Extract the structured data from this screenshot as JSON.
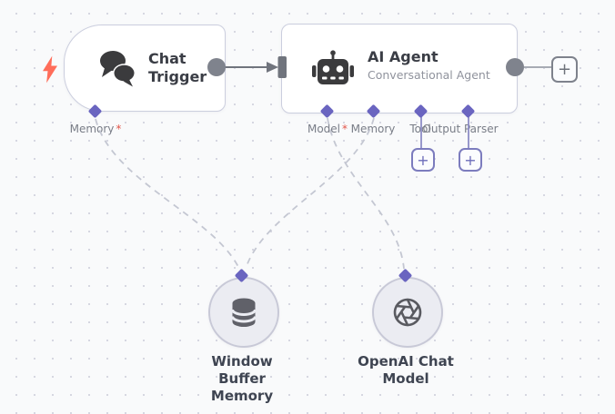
{
  "canvas": {
    "background": "#f9fafb",
    "dot_color": "#d6d7e1"
  },
  "colors": {
    "accent_purple": "#6a65c0",
    "trigger_red": "#ff6d5a",
    "required_red": "#e25549",
    "connector_gray": "#7f838d",
    "dashed_line": "#c4c7d2",
    "node_border": "#cbcede",
    "title_text": "#3a3d45",
    "subtitle_text": "#90939d",
    "port_label_text": "#797d87"
  },
  "nodes": {
    "chat_trigger": {
      "title": "Chat Trigger",
      "icon": "chat-bubbles-icon",
      "ports": {
        "memory": {
          "label": "Memory",
          "marker": "*"
        }
      }
    },
    "ai_agent": {
      "title": "AI Agent",
      "subtitle": "Conversational Agent",
      "icon": "robot-icon",
      "ports": [
        {
          "label": "Model",
          "marker": "*"
        },
        {
          "label": "Memory",
          "marker": ""
        },
        {
          "label": "Tool",
          "marker": ""
        },
        {
          "label": "Output Parser",
          "marker": ""
        }
      ]
    },
    "window_buffer_memory": {
      "title": "Window Buffer Memory",
      "icon": "database-icon"
    },
    "openai_chat_model": {
      "title": "OpenAI Chat Model",
      "icon": "openai-icon"
    }
  },
  "buttons": {
    "add_node_plus": "+"
  }
}
